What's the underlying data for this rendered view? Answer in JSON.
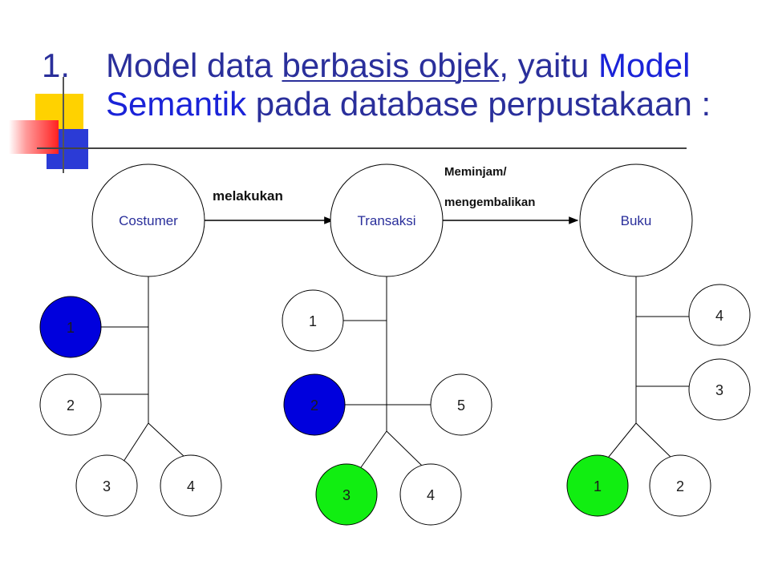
{
  "title": {
    "number": "1.",
    "part1": "Model data ",
    "part2": "berbasis objek",
    "part3": ", yaitu ",
    "part4": "Model Semantik",
    "part5": " pada database perpustakaan :"
  },
  "colors": {
    "title": "#2a2f9b",
    "title_highlight": "#1a23d8",
    "entity_label": "#2a2f9b",
    "attr_blue": "#0000dd",
    "attr_green": "#11ee11",
    "attr_white": "#ffffff"
  },
  "relations": {
    "r1": "melakukan",
    "r2_line1": "Meminjam/",
    "r2_line2": "mengembalikan"
  },
  "entities": [
    {
      "label": "Costumer",
      "attributes": [
        {
          "label": "1",
          "fill": "blue"
        },
        {
          "label": "2",
          "fill": "white"
        },
        {
          "label": "3",
          "fill": "white"
        },
        {
          "label": "4",
          "fill": "white"
        }
      ]
    },
    {
      "label": "Transaksi",
      "attributes": [
        {
          "label": "1",
          "fill": "white"
        },
        {
          "label": "2",
          "fill": "blue"
        },
        {
          "label": "5",
          "fill": "white"
        },
        {
          "label": "3",
          "fill": "green"
        },
        {
          "label": "4",
          "fill": "white"
        }
      ]
    },
    {
      "label": "Buku",
      "attributes": [
        {
          "label": "4",
          "fill": "white"
        },
        {
          "label": "3",
          "fill": "white"
        },
        {
          "label": "1",
          "fill": "green"
        },
        {
          "label": "2",
          "fill": "white"
        }
      ]
    }
  ]
}
